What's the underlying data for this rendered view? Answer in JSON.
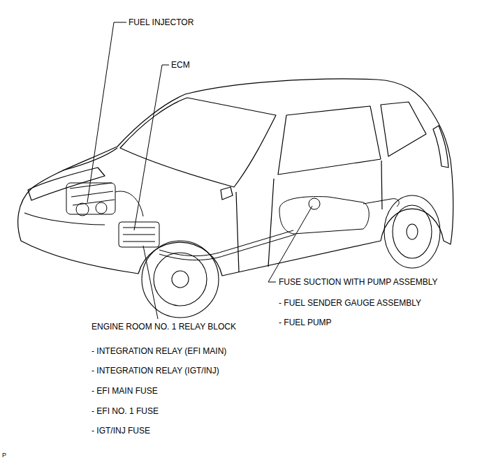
{
  "diagram": {
    "labels": [
      "FUEL INJECTOR",
      "ECM",
      "FUSE SUCTION WITH PUMP ASSEMBLY",
      "- FUEL SENDER GAUGE ASSEMBLY",
      "- FUEL PUMP",
      "ENGINE ROOM NO. 1 RELAY BLOCK",
      "- INTEGRATION RELAY (EFI MAIN)",
      "- INTEGRATION RELAY (IGT/INJ)",
      "- EFI MAIN FUSE",
      "- EFI NO. 1 FUSE",
      "- IGT/INJ FUSE",
      "P"
    ]
  }
}
